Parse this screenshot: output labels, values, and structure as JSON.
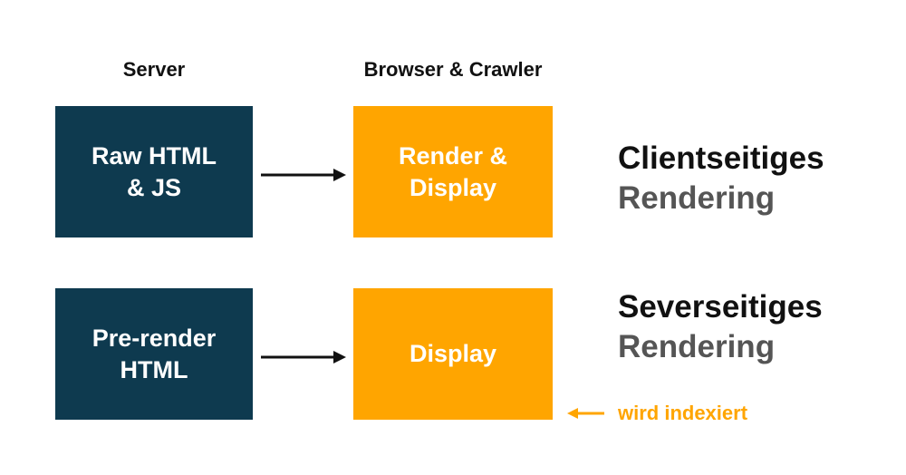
{
  "columns": {
    "server": "Server",
    "browser": "Browser & Crawler"
  },
  "rows": [
    {
      "source_lines": [
        "Raw HTML",
        "& JS"
      ],
      "target_lines": [
        "Render &",
        "Display"
      ],
      "label_line1": "Clientseitiges",
      "label_line2": "Rendering"
    },
    {
      "source_lines": [
        "Pre-render",
        "HTML"
      ],
      "target_lines": [
        "Display"
      ],
      "label_line1": "Severseitiges",
      "label_line2": "Rendering"
    }
  ],
  "note": {
    "text": "wird indexiert",
    "icon": "arrow-left-icon"
  },
  "colors": {
    "server_box": "#0e3a4f",
    "client_box": "#ffa500",
    "note": "#ffa500"
  }
}
